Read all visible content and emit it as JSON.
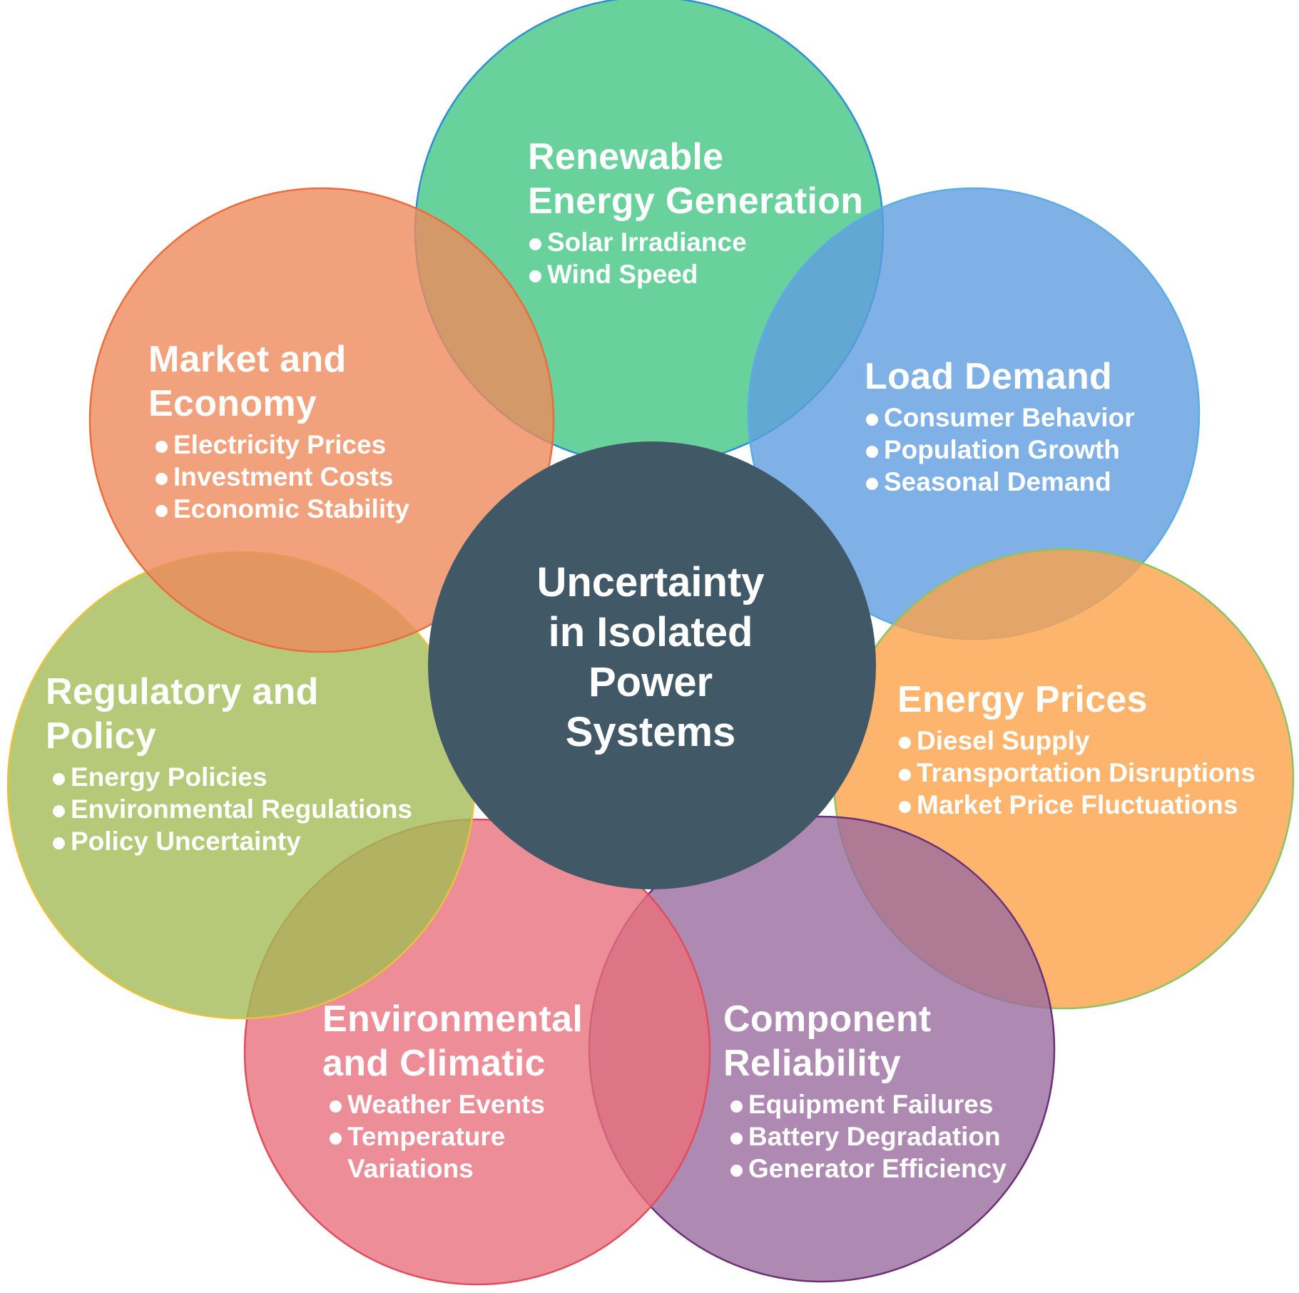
{
  "center": {
    "title": "Uncertainty\nin Isolated\nPower\nSystems",
    "color": "#415866"
  },
  "petals": [
    {
      "id": "renewable",
      "title": "Renewable\nEnergy Generation",
      "items": [
        "Solar Irradiance",
        "Wind Speed"
      ],
      "fill": "#43c683",
      "stroke": "#2f8fd6"
    },
    {
      "id": "load",
      "title": "Load Demand",
      "items": [
        "Consumer Behavior",
        "Population Growth",
        "Seasonal Demand"
      ],
      "fill": "#5f9ee0",
      "stroke": "#5aaee6"
    },
    {
      "id": "energy-prices",
      "title": "Energy Prices",
      "items": [
        "Diesel Supply",
        "Transportation Disruptions",
        "Market Price Fluctuations"
      ],
      "fill": "#fda24a",
      "stroke": "#8cc464"
    },
    {
      "id": "component",
      "title": "Component\nReliability",
      "items": [
        "Equipment Failures",
        "Battery Degradation",
        "Generator Efficiency"
      ],
      "fill": "#9a6b9e",
      "stroke": "#6b3177"
    },
    {
      "id": "environmental",
      "title": "Environmental\nand Climatic",
      "items": [
        "Weather Events",
        "Temperature\nVariations"
      ],
      "fill": "#e9707d",
      "stroke": "#e04d5c"
    },
    {
      "id": "regulatory",
      "title": "Regulatory and\nPolicy",
      "items": [
        "Energy Policies",
        "Environmental Regulations",
        "Policy Uncertainty"
      ],
      "fill": "#a2bb56",
      "stroke": "#e9c13c"
    },
    {
      "id": "market",
      "title": "Market and\nEconomy",
      "items": [
        "Electricity Prices",
        "Investment Costs",
        "Economic Stability"
      ],
      "fill": "#ee8b5d",
      "stroke": "#ec6d3c"
    }
  ]
}
